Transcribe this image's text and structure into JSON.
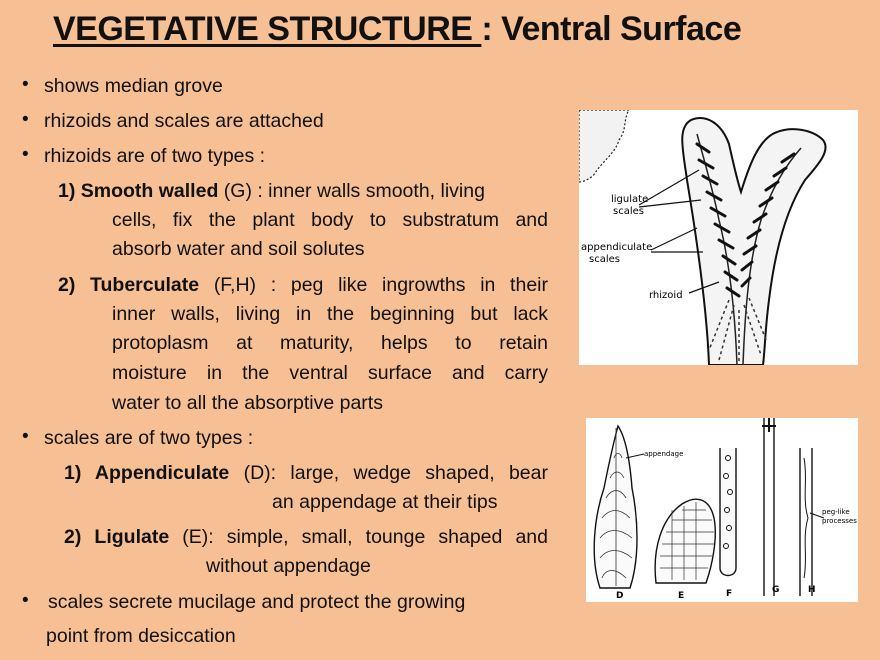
{
  "title": {
    "underlined": "VEGETATIVE STRUCTURE ",
    "rest": ": Ventral Surface"
  },
  "bullets": {
    "b1": "shows median grove",
    "b2": "rhizoids and scales are attached",
    "b3": "rhizoids are of two types :",
    "b4": "scales are of two types :",
    "b5_line1": "scales secrete mucilage and protect the growing",
    "b5_line2": "point from desiccation"
  },
  "bullet_glyph": "•",
  "rhizoids": {
    "smooth": {
      "bold": "1) Smooth walled",
      "rest": " (G) : inner walls smooth, living",
      "l2": "cells, fix the plant body to substratum and",
      "l3": "absorb water and soil solutes"
    },
    "tuber": {
      "bold": "2) Tuberculate",
      "rest": " (F,H) : peg like ingrowths in their",
      "l2": "inner walls, living in the beginning but lack",
      "l3": "protoplasm at maturity, helps to retain",
      "l4": "moisture in the ventral surface and carry",
      "l5": "water to all the absorptive parts"
    }
  },
  "scales": {
    "append": {
      "bold": "1) Appendiculate",
      "rest": " (D): large, wedge shaped, bear",
      "l2": "an appendage at their tips"
    },
    "lig": {
      "bold": "2) Ligulate",
      "rest": " (E): simple, small, tounge shaped and",
      "l2": "without appendage"
    }
  },
  "figure1": {
    "labels": {
      "ligulate1": "ligulate",
      "ligulate2": "scales",
      "append1": "appendiculate",
      "append2": "scales",
      "rhizoid": "rhizoid"
    }
  },
  "figure2": {
    "labels": {
      "appendage": "appendage",
      "peg1": "peg-like",
      "peg2": "processes",
      "D": "D",
      "E": "E",
      "F": "F",
      "G": "G",
      "H": "H"
    }
  }
}
